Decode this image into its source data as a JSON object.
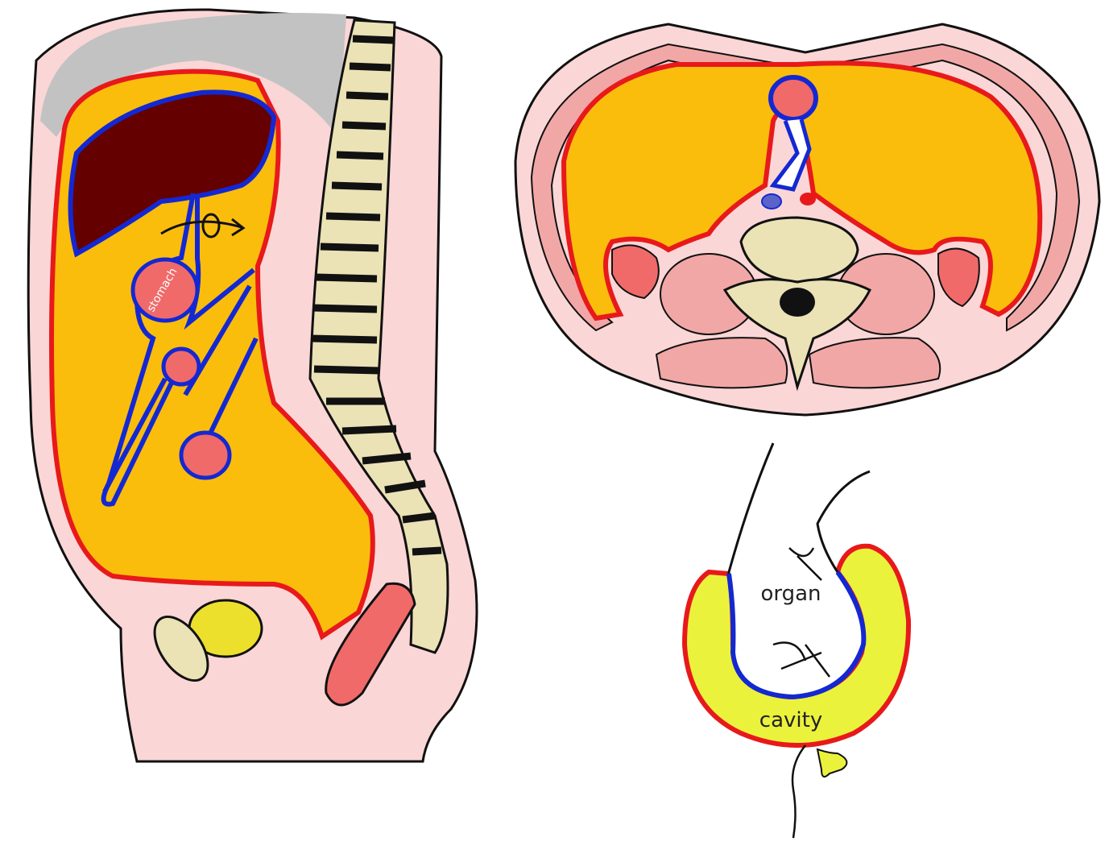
{
  "labels": {
    "stomach": "stomach",
    "organ": "organ",
    "cavity": "cavity"
  },
  "colors": {
    "parietal_peritoneum": "#e8191b",
    "visceral_peritoneum": "#1428d2",
    "peritoneal_cavity": "#fbbd0c",
    "cavity_fluid": "#ebf23c",
    "liver": "#650000",
    "skin_tissue": "#fbd6d6",
    "muscle": "#f2a7a7",
    "bone": "#ebe2b6",
    "vessel": "#f06a6a",
    "diaphragm_grey": "#c2c2c2"
  }
}
